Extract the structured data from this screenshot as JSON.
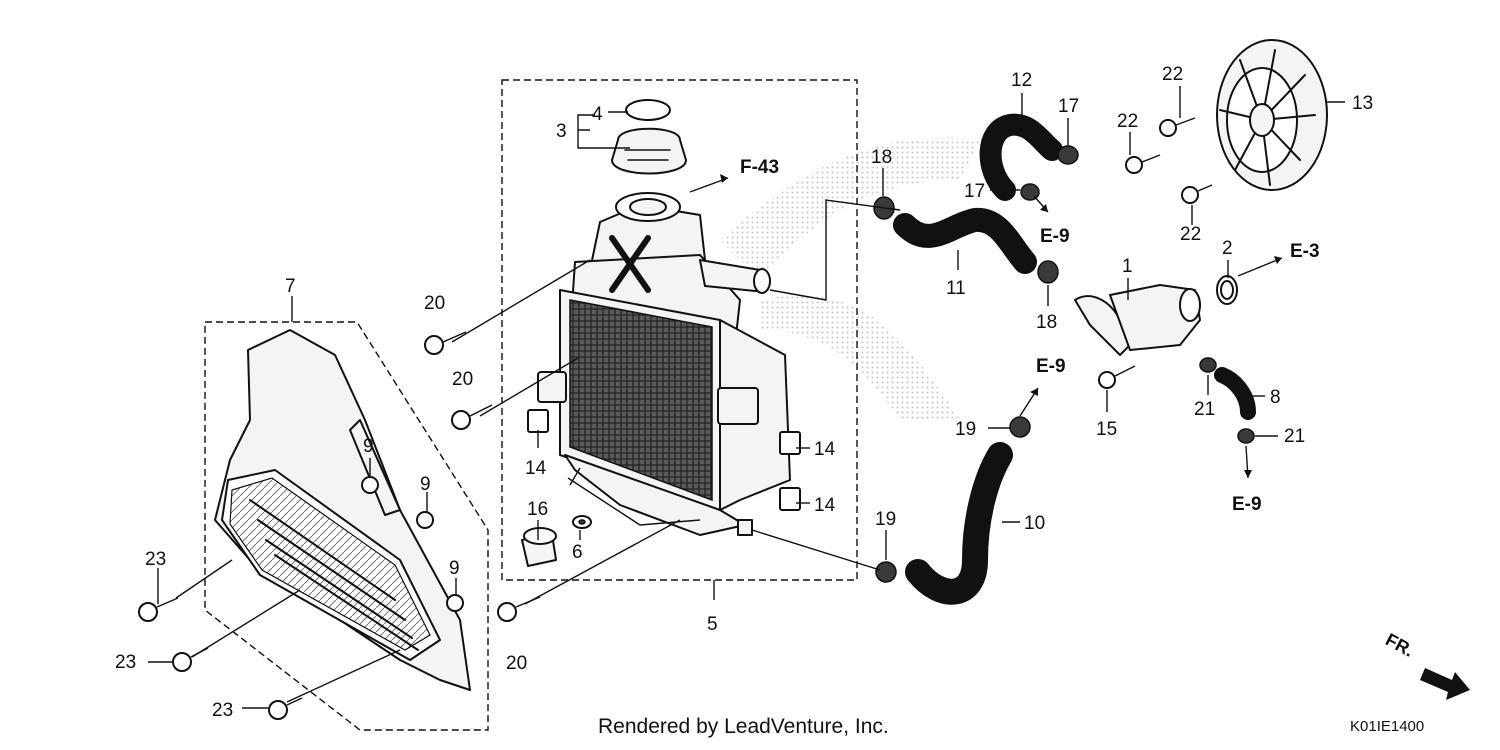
{
  "callouts": {
    "c1": "1",
    "c2": "2",
    "c3": "3",
    "c4": "4",
    "c5": "5",
    "c6": "6",
    "c7": "7",
    "c8": "8",
    "c9a": "9",
    "c9b": "9",
    "c9c": "9",
    "c10": "10",
    "c11": "11",
    "c12": "12",
    "c13": "13",
    "c14a": "14",
    "c14b": "14",
    "c14c": "14",
    "c15": "15",
    "c16": "16",
    "c17a": "17",
    "c17b": "17",
    "c18a": "18",
    "c18b": "18",
    "c19a": "19",
    "c19b": "19",
    "c20a": "20",
    "c20b": "20",
    "c20c": "20",
    "c21a": "21",
    "c21b": "21",
    "c22a": "22",
    "c22b": "22",
    "c22c": "22",
    "c23a": "23",
    "c23b": "23",
    "c23c": "23"
  },
  "references": {
    "f43": "F-43",
    "e9a": "E-9",
    "e9b": "E-9",
    "e9c": "E-9",
    "e3": "E-3"
  },
  "footer": {
    "credit": "Rendered by LeadVenture, Inc.",
    "diagram_code": "K01IE1400",
    "direction": "FR."
  },
  "colors": {
    "ink": "#111111",
    "watermark": "#bdbdbd"
  },
  "icons": {
    "front_arrow": "arrow-right-icon"
  }
}
